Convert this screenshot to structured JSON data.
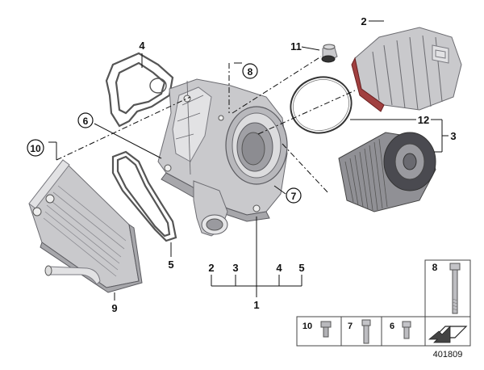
{
  "callouts": {
    "c1": "1",
    "c2": "2",
    "c3": "3",
    "c4": "4",
    "c5": "5",
    "c6": "6",
    "c7": "7",
    "c8": "8",
    "c9": "9",
    "c10": "10",
    "c11": "11",
    "c12": "12",
    "b2": "2",
    "b3": "3",
    "b4": "4",
    "b5": "5"
  },
  "legend": {
    "i8": "8",
    "i10": "10",
    "i7": "7",
    "i6": "6"
  },
  "diagram_number": "401809"
}
